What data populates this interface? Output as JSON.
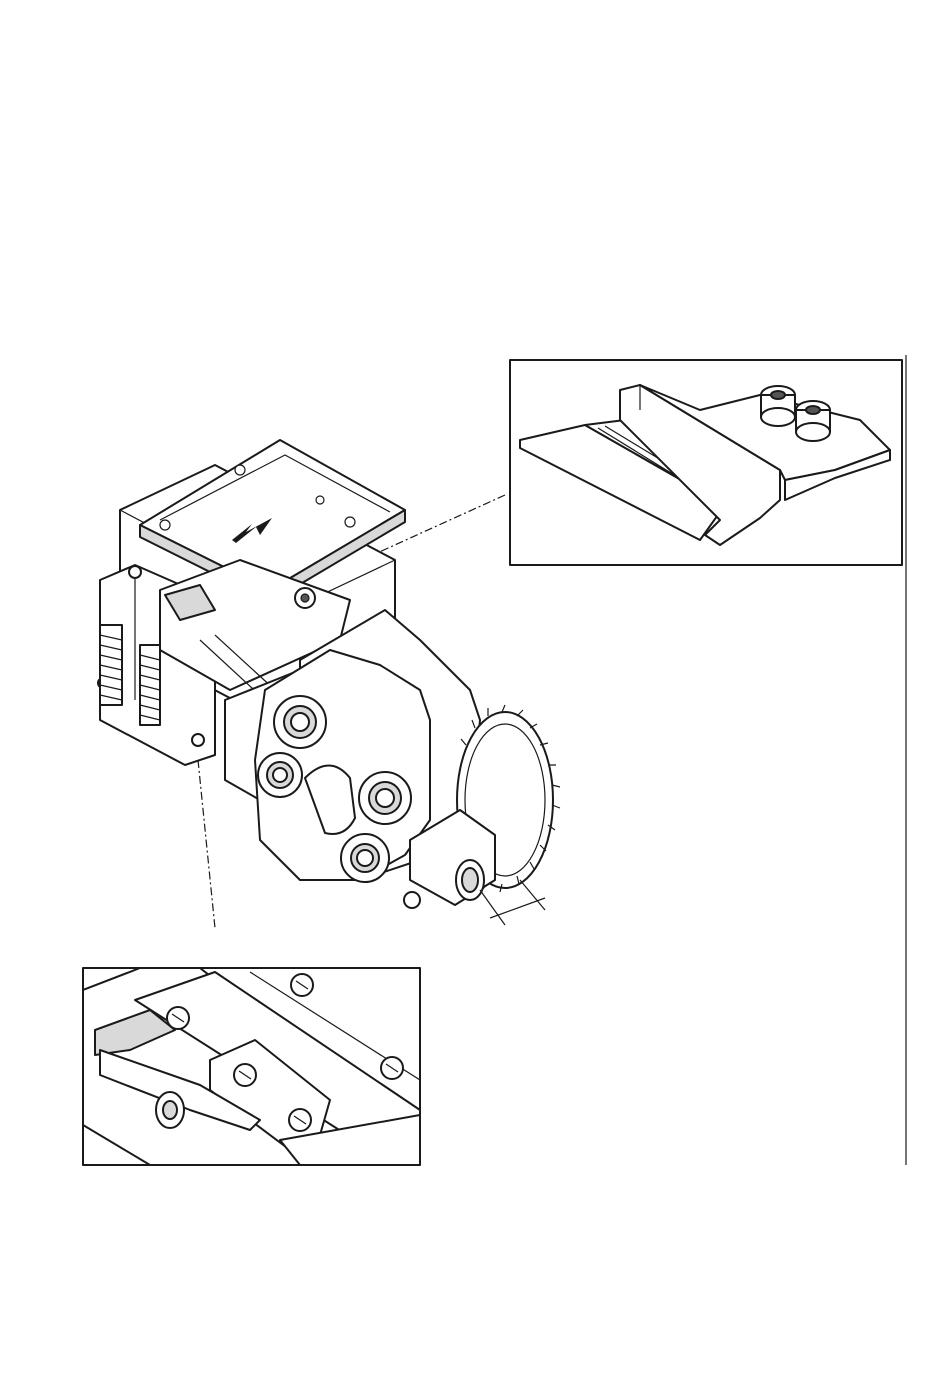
{
  "figure": {
    "kind": "exploded-mechanical-illustration",
    "palette": {
      "ink": "#1a1a1a",
      "paper": "#ffffff",
      "shade": "#d9d9d9"
    },
    "callouts": [
      {
        "id": "detail-top",
        "subject": "guide-plate-with-clamp-screws"
      },
      {
        "id": "detail-bottom",
        "subject": "cutter-blades-with-screws"
      }
    ],
    "main_assembly": {
      "parts": [
        "base-plate",
        "top-slide-with-arrow",
        "spring-assembly",
        "gear-train",
        "drive-gear",
        "bearings",
        "cam"
      ]
    }
  }
}
